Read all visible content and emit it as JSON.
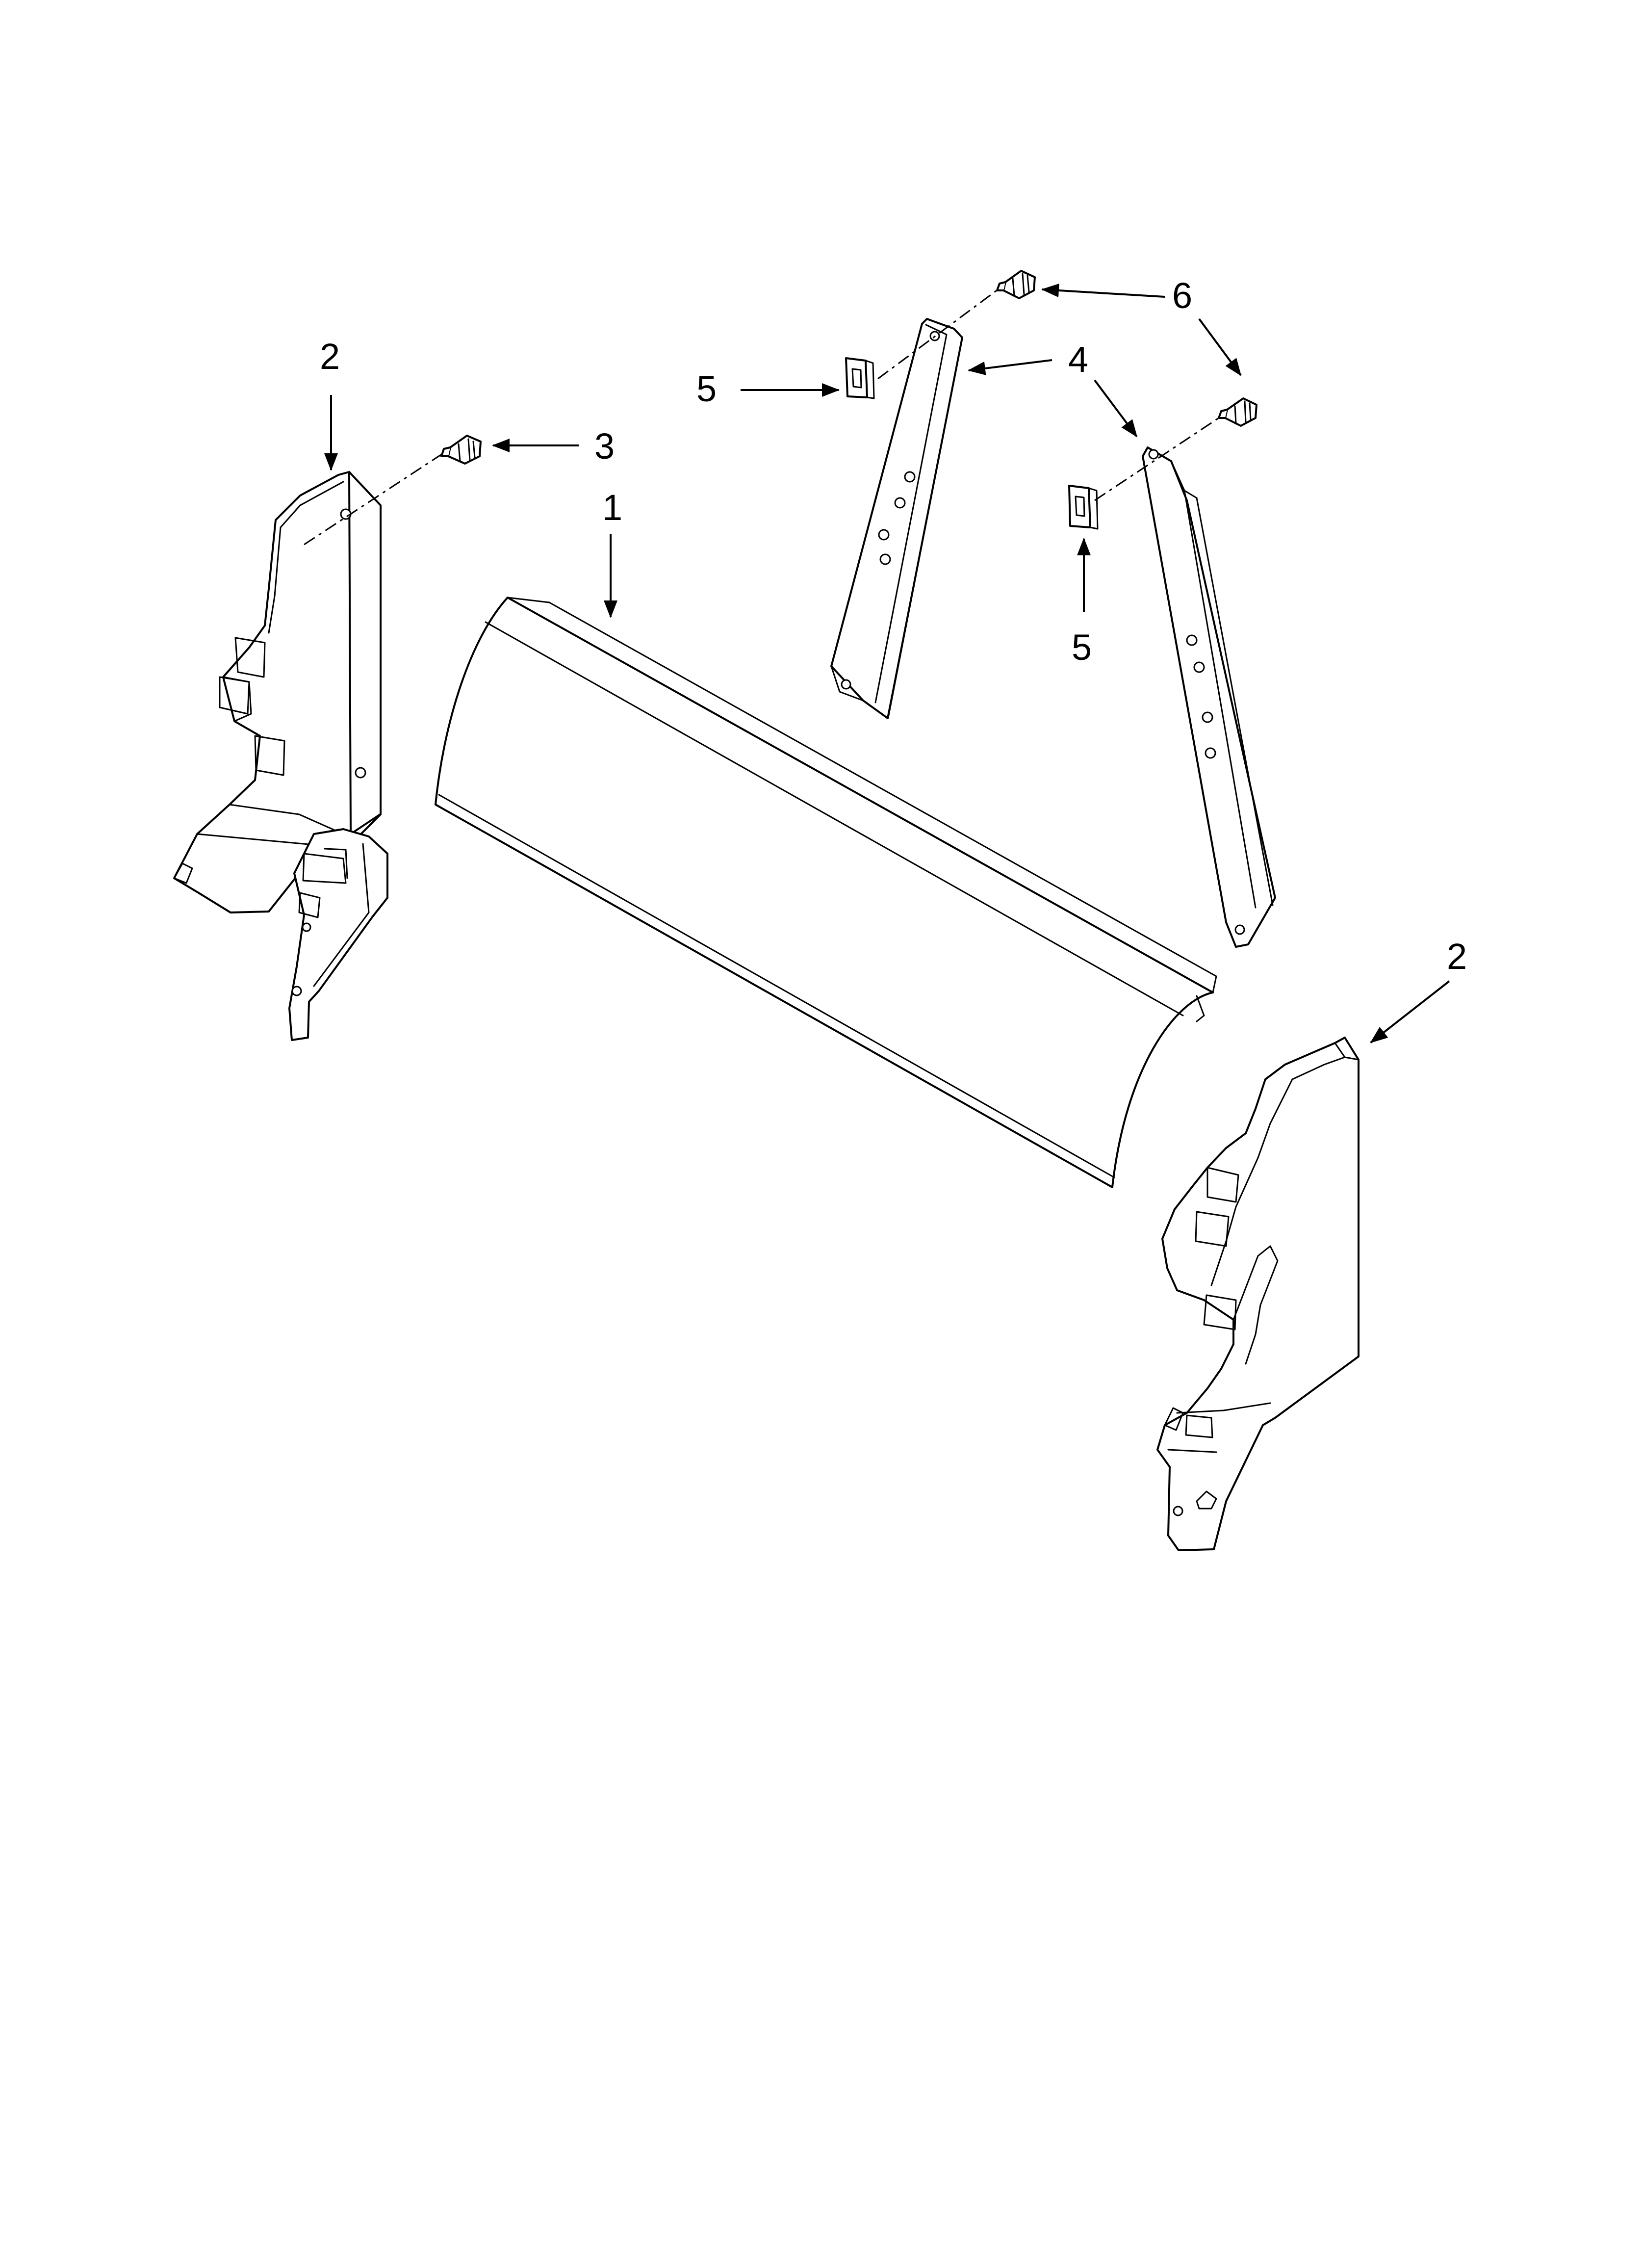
{
  "callouts": {
    "c1": "1",
    "c2_left": "2",
    "c2_right": "2",
    "c3": "3",
    "c4": "4",
    "c5_left": "5",
    "c5_right": "5",
    "c6": "6"
  }
}
